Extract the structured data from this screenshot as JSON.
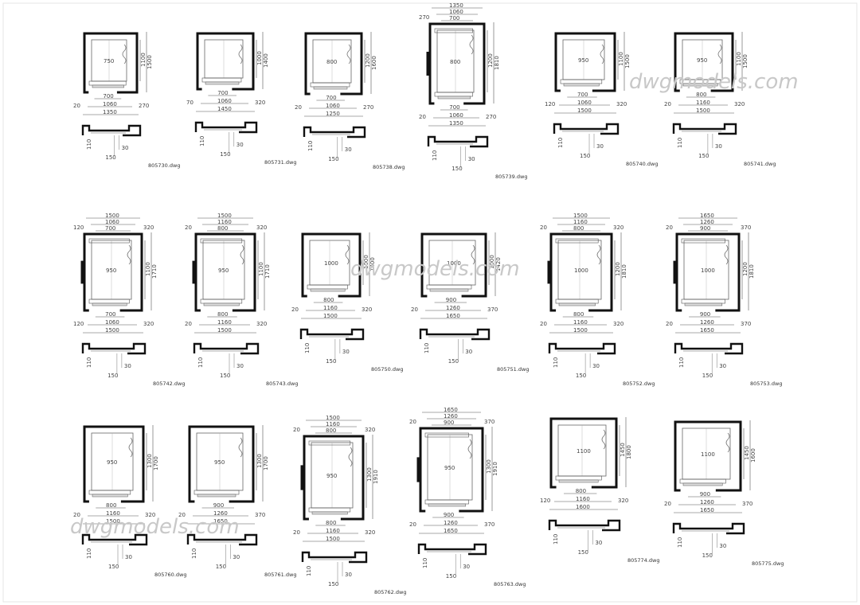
{
  "watermarks": [
    "dwgmodels.com",
    "dwgmodels.com",
    "dwgmodels.com"
  ],
  "drawings": [
    {
      "file": "805730.dwg",
      "door": "700",
      "inner": "1060",
      "outer": "1350",
      "left": "20",
      "right": "270",
      "depth1": "1100",
      "depth2": "1500",
      "cab": "750",
      "top": [],
      "side": [
        "110",
        "150",
        "30"
      ]
    },
    {
      "file": "805731.dwg",
      "door": "700",
      "inner": "1060",
      "outer": "1450",
      "left": "70",
      "right": "320",
      "depth1": "1000",
      "depth2": "1400",
      "cab": "",
      "top": [],
      "side": [
        "110",
        "150",
        "30"
      ]
    },
    {
      "file": "805738.dwg",
      "door": "700",
      "inner": "1060",
      "outer": "1250",
      "left": "20",
      "right": "270",
      "depth1": "1200",
      "depth2": "1600",
      "cab": "800",
      "top": [],
      "side": [
        "110",
        "150",
        "30"
      ]
    },
    {
      "file": "805739.dwg",
      "door": "700",
      "inner": "1060",
      "outer": "1350",
      "left": "20",
      "right": "270",
      "depth1": "1200",
      "depth2": "1810",
      "cab": "800",
      "top": [
        "1350",
        "1060",
        "700",
        "270"
      ],
      "side": [
        "110",
        "150",
        "30"
      ]
    },
    {
      "file": "805740.dwg",
      "door": "700",
      "inner": "1060",
      "outer": "1500",
      "left": "120",
      "right": "320",
      "depth1": "1100",
      "depth2": "1500",
      "cab": "950",
      "top": [],
      "side": [
        "110",
        "150",
        "30"
      ]
    },
    {
      "file": "805741.dwg",
      "door": "800",
      "inner": "1160",
      "outer": "1500",
      "left": "20",
      "right": "320",
      "depth1": "1100",
      "depth2": "1500",
      "cab": "950",
      "top": [],
      "side": [
        "110",
        "150",
        "30"
      ]
    },
    {
      "file": "805742.dwg",
      "door": "700",
      "inner": "1060",
      "outer": "1500",
      "left": "120",
      "right": "320",
      "depth1": "1100",
      "depth2": "1710",
      "cab": "950",
      "top": [
        "1500",
        "1060",
        "700",
        "120",
        "320"
      ],
      "side": [
        "110",
        "150",
        "30"
      ]
    },
    {
      "file": "805743.dwg",
      "door": "800",
      "inner": "1160",
      "outer": "1500",
      "left": "20",
      "right": "320",
      "depth1": "1100",
      "depth2": "1710",
      "cab": "950",
      "top": [
        "1500",
        "1160",
        "800",
        "20",
        "320"
      ],
      "side": [
        "110",
        "150",
        "30"
      ]
    },
    {
      "file": "805750.dwg",
      "door": "800",
      "inner": "1160",
      "outer": "1500",
      "left": "20",
      "right": "320",
      "depth1": "1000",
      "depth2": "1400",
      "cab": "1000",
      "top": [],
      "side": [
        "110",
        "150",
        "30"
      ]
    },
    {
      "file": "805751.dwg",
      "door": "900",
      "inner": "1260",
      "outer": "1650",
      "left": "20",
      "right": "370",
      "depth1": "1000",
      "depth2": "1420",
      "cab": "1000",
      "top": [],
      "side": [
        "110",
        "150",
        "30"
      ]
    },
    {
      "file": "805752.dwg",
      "door": "800",
      "inner": "1160",
      "outer": "1500",
      "left": "20",
      "right": "320",
      "depth1": "1200",
      "depth2": "1810",
      "cab": "1000",
      "top": [
        "1500",
        "1160",
        "800",
        "20",
        "320"
      ],
      "side": [
        "110",
        "150",
        "30"
      ]
    },
    {
      "file": "805753.dwg",
      "door": "900",
      "inner": "1260",
      "outer": "1650",
      "left": "20",
      "right": "370",
      "depth1": "1200",
      "depth2": "1810",
      "cab": "1000",
      "top": [
        "1650",
        "1260",
        "900",
        "20",
        "370"
      ],
      "side": [
        "110",
        "150",
        "30"
      ]
    },
    {
      "file": "805760.dwg",
      "door": "800",
      "inner": "1160",
      "outer": "1500",
      "left": "20",
      "right": "320",
      "depth1": "1300",
      "depth2": "1700",
      "cab": "950",
      "top": [],
      "side": [
        "110",
        "150",
        "30"
      ]
    },
    {
      "file": "805761.dwg",
      "door": "900",
      "inner": "1260",
      "outer": "1650",
      "left": "20",
      "right": "370",
      "depth1": "1300",
      "depth2": "1700",
      "cab": "950",
      "top": [],
      "side": [
        "110",
        "150",
        "30"
      ]
    },
    {
      "file": "805762.dwg",
      "door": "800",
      "inner": "1160",
      "outer": "1500",
      "left": "20",
      "right": "320",
      "depth1": "1300",
      "depth2": "1910",
      "cab": "950",
      "top": [
        "1500",
        "1160",
        "800",
        "20",
        "320"
      ],
      "side": [
        "110",
        "150",
        "30"
      ]
    },
    {
      "file": "805763.dwg",
      "door": "900",
      "inner": "1260",
      "outer": "1650",
      "left": "20",
      "right": "370",
      "depth1": "1300",
      "depth2": "1910",
      "cab": "950",
      "top": [
        "1650",
        "1260",
        "900",
        "20",
        "370"
      ],
      "side": [
        "110",
        "150",
        "30"
      ]
    },
    {
      "file": "805774.dwg",
      "door": "800",
      "inner": "1160",
      "outer": "1600",
      "left": "120",
      "right": "320",
      "depth1": "1450",
      "depth2": "1800",
      "cab": "1100",
      "top": [],
      "side": [
        "110",
        "150",
        "30"
      ]
    },
    {
      "file": "805775.dwg",
      "door": "900",
      "inner": "1260",
      "outer": "1650",
      "left": "20",
      "right": "370",
      "depth1": "1450",
      "depth2": "1600",
      "cab": "1100",
      "top": [],
      "side": [
        "110",
        "150",
        "30"
      ]
    }
  ]
}
